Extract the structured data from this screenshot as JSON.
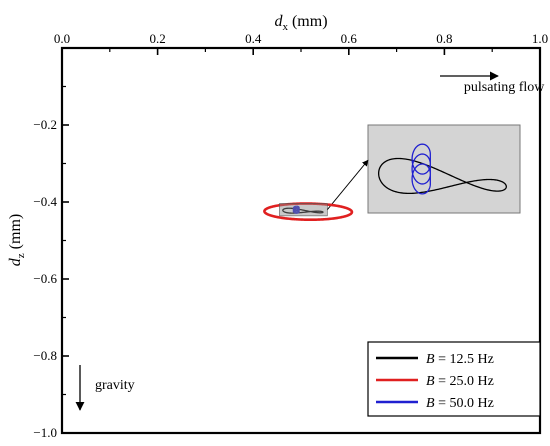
{
  "chart_data": {
    "type": "line",
    "xlabel": {
      "var": "d",
      "sub": "x",
      "unit": " (mm)"
    },
    "ylabel": {
      "var": "d",
      "sub": "z",
      "unit": " (mm)"
    },
    "xlim": [
      0.0,
      1.0
    ],
    "ylim": [
      -1.0,
      0.0
    ],
    "x_axis_position": "top",
    "xticks": [
      {
        "value": 0.0,
        "label": "0.0"
      },
      {
        "value": 0.2,
        "label": "0.2"
      },
      {
        "value": 0.4,
        "label": "0.4"
      },
      {
        "value": 0.6,
        "label": "0.6"
      },
      {
        "value": 0.8,
        "label": "0.8"
      },
      {
        "value": 1.0,
        "label": "1.0"
      }
    ],
    "yticks": [
      {
        "value": -0.2,
        "label": "−0.2"
      },
      {
        "value": -0.4,
        "label": "−0.4"
      },
      {
        "value": -0.6,
        "label": "−0.6"
      },
      {
        "value": -0.8,
        "label": "−0.8"
      },
      {
        "value": -1.0,
        "label": "−1.0"
      }
    ],
    "grid": false,
    "legend_position": "bottom-right",
    "series": [
      {
        "name": "B = 12.5 Hz",
        "var": "B",
        "rest": " = 12.5 Hz",
        "color": "#000000",
        "shape": {
          "kind": "figure8",
          "cx": 0.504,
          "cz": -0.424,
          "ax": 0.042,
          "az": 0.004
        }
      },
      {
        "name": "B = 25.0 Hz",
        "var": "B",
        "rest": " = 25.0 Hz",
        "color": "#e02020",
        "shape": {
          "kind": "ellipse",
          "cx": 0.515,
          "cz": -0.425,
          "ax": 0.092,
          "az": 0.021
        }
      },
      {
        "name": "B = 50.0 Hz",
        "var": "B",
        "rest": " = 50.0 Hz",
        "color": "#2020d0",
        "shape": {
          "kind": "helix",
          "cx": 0.49,
          "cz": -0.42,
          "ax": 0.006,
          "az": 0.009
        }
      }
    ],
    "annotations": [
      {
        "text": "pulsating flow",
        "arrow": "right",
        "x": 0.925,
        "z": -0.112
      },
      {
        "text": "gravity",
        "arrow": "down",
        "x": 0.05,
        "z": -0.905
      }
    ],
    "inset": {
      "xlim": [
        0.455,
        0.555
      ],
      "zlim": [
        -0.436,
        -0.404
      ],
      "background": "#d4d4d4",
      "x": 0.88,
      "z": -0.2
    }
  }
}
